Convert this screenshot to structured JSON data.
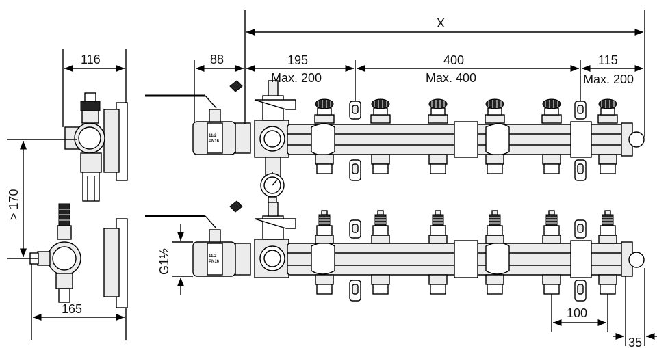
{
  "dimensions": {
    "total_length": "X",
    "side_width_top": "116",
    "valve_length": "88",
    "first_spacing": "195",
    "first_spacing_max": "Max. 200",
    "middle_spacing": "400",
    "middle_spacing_max": "Max. 400",
    "end_spacing": "115",
    "end_spacing_max": "Max. 200",
    "vertical_distance": "> 170",
    "thread_size": "G1½",
    "side_width_bottom": "165",
    "outlet_spacing": "100",
    "end_offset": "35"
  },
  "valve_marking": {
    "size": "11/2",
    "pressure": "PN16"
  }
}
